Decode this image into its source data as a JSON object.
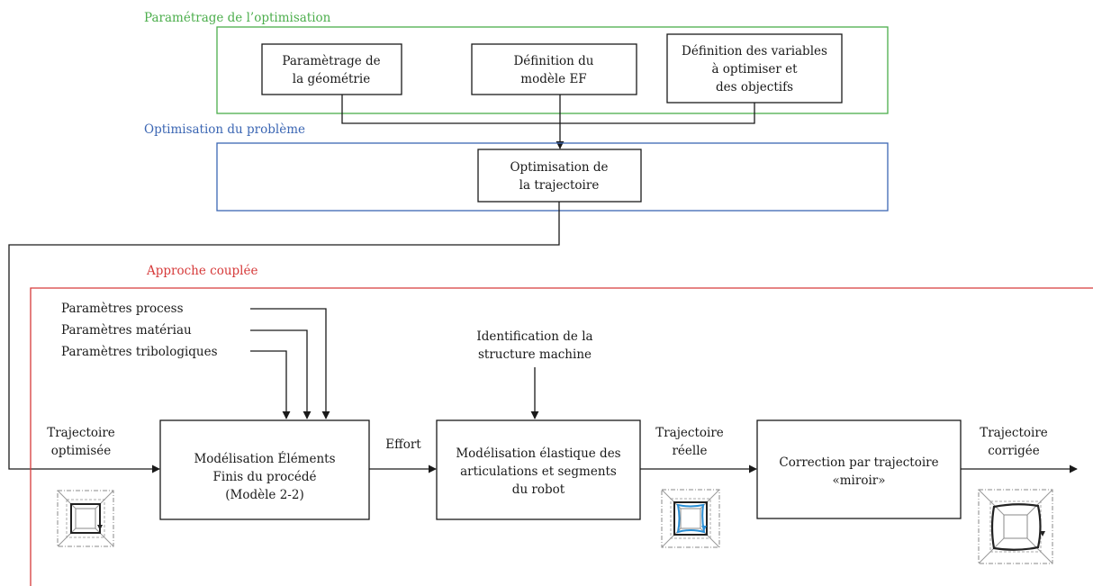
{
  "sections": {
    "setup": "Paramétrage de l’optimisation",
    "optimization": "Optimisation du problème",
    "coupled": "Approche couplée"
  },
  "boxes": {
    "geometry": [
      "Paramètrage de",
      "la géométrie"
    ],
    "fe_model": [
      "Définition du",
      "modèle EF"
    ],
    "variables": [
      "Définition des variables",
      "à optimiser et",
      "des objectifs"
    ],
    "trajectory_opt": [
      "Optimisation de",
      "la trajectoire"
    ],
    "fe_process": [
      "Modélisation Éléments",
      "Finis du procédé",
      "(Modèle 2-2)"
    ],
    "elastic": [
      "Modélisation élastique des",
      "articulations et segments",
      "du robot"
    ],
    "mirror": [
      "Correction par trajectoire",
      "«miroir»"
    ]
  },
  "inputs": {
    "params": [
      "Paramètres process",
      "Paramètres matériau",
      "Paramètres tribologiques"
    ],
    "identification": [
      "Identification de la",
      "structure machine"
    ]
  },
  "flow_labels": {
    "optimized": [
      "Trajectoire",
      "optimisée"
    ],
    "effort": "Effort",
    "real": [
      "Trajectoire",
      "réelle"
    ],
    "corrected": [
      "Trajectoire",
      "corrigée"
    ]
  },
  "colors": {
    "setup": "#4cae4c",
    "optimization": "#3b66b3",
    "coupled": "#d63a3a",
    "real_path": "#2a8fd6"
  }
}
